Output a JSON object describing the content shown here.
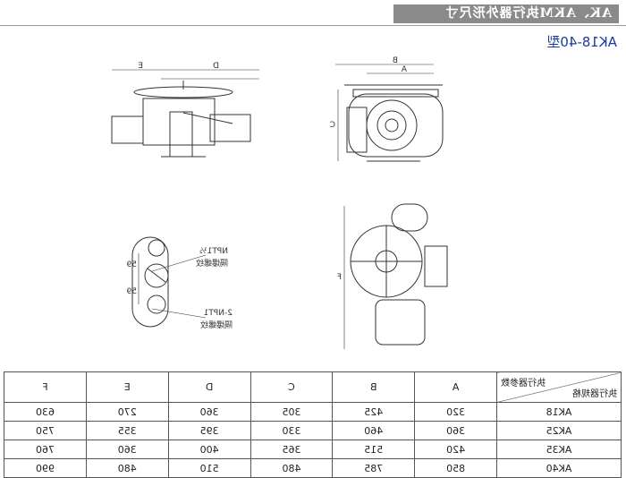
{
  "header": {
    "title": "AK、AKM执行器外形尺寸",
    "subtitle": "AK18-40型"
  },
  "drawing": {
    "dim_labels": {
      "A": "A",
      "B": "B",
      "C": "C",
      "D": "D",
      "E": "E"
    },
    "ports": {
      "spacing_1": "59",
      "spacing_2": "59",
      "port_1": "NPT1½",
      "port_1_note": "隔爆螺纹",
      "port_2": "2-NPT1",
      "port_2_note": "隔爆螺纹"
    }
  },
  "table": {
    "corner_top": "执行器参数",
    "corner_bottom": "执行器规格",
    "columns": [
      "A",
      "B",
      "C",
      "D",
      "E",
      "F"
    ],
    "rows": [
      {
        "model": "AK18",
        "values": [
          "320",
          "425",
          "305",
          "360",
          "270",
          "630"
        ]
      },
      {
        "model": "AK25",
        "values": [
          "360",
          "460",
          "330",
          "395",
          "355",
          "750"
        ]
      },
      {
        "model": "AK35",
        "values": [
          "420",
          "515",
          "365",
          "400",
          "360",
          "760"
        ]
      },
      {
        "model": "AK40",
        "values": [
          "850",
          "785",
          "480",
          "510",
          "480",
          "990"
        ]
      }
    ]
  }
}
